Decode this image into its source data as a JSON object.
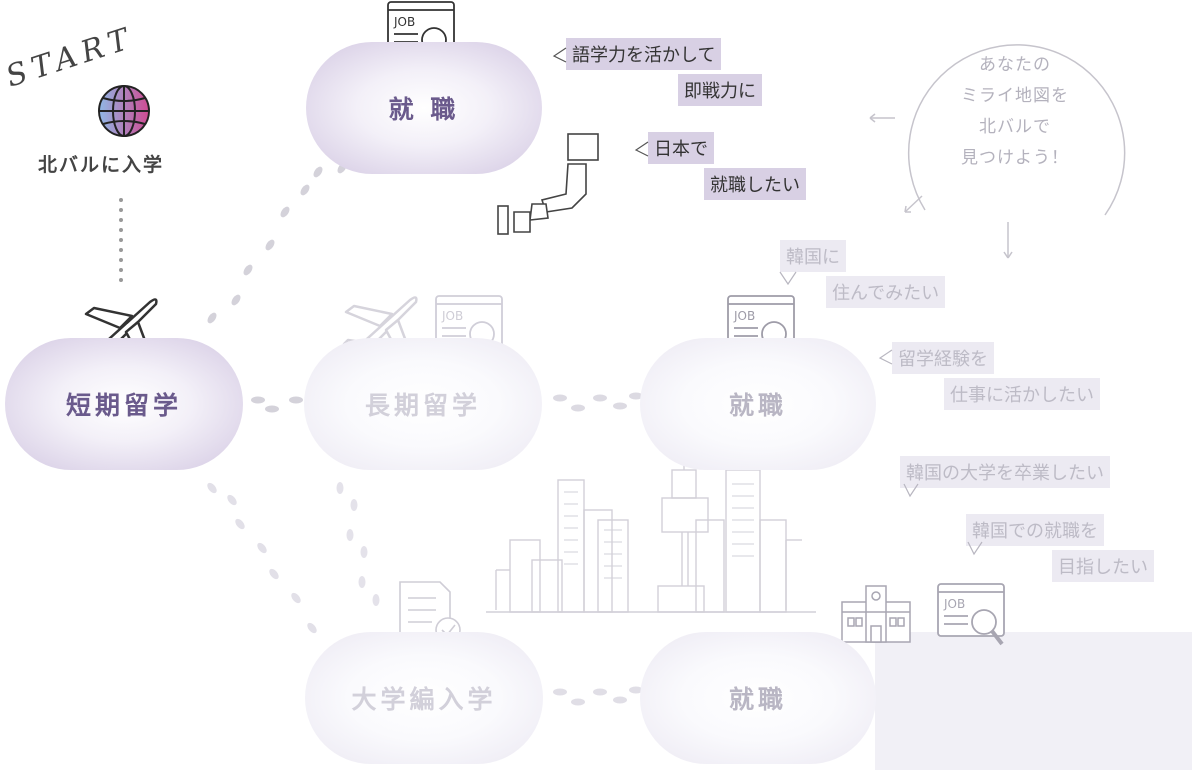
{
  "start": {
    "word": "START",
    "label": "北バルに入学"
  },
  "nodes": {
    "short_study": "短期留学",
    "job_top": "就 職",
    "long_study": "長期留学",
    "job_mid": "就職",
    "transfer": "大学編入学",
    "job_bottom": "就職"
  },
  "callouts": {
    "top1": [
      "語学力を活かして",
      "即戦力に"
    ],
    "top2": [
      "日本で",
      "就職したい"
    ],
    "mid1": [
      "韓国に",
      "住んでみたい"
    ],
    "mid2": [
      "留学経験を",
      "仕事に活かしたい"
    ],
    "bot1": [
      "韓国の大学を卒業したい"
    ],
    "bot2": [
      "韓国での就職を",
      "目指したい"
    ]
  },
  "circle_lines": [
    "あなたの",
    "ミライ地図を",
    "北バルで",
    "見つけよう！"
  ],
  "icons": {
    "job_sign": "JOB",
    "items": [
      "globe-icon",
      "airplane-icon",
      "job-search-icon",
      "japan-map-icon",
      "checklist-icon",
      "city-skyline-icon",
      "school-building-icon"
    ]
  },
  "colors": {
    "accent": "#6a5a8c",
    "highlight": "#d8d0e4",
    "faded_text": "#c8c6d0",
    "footprint": "#d6d4dc"
  }
}
